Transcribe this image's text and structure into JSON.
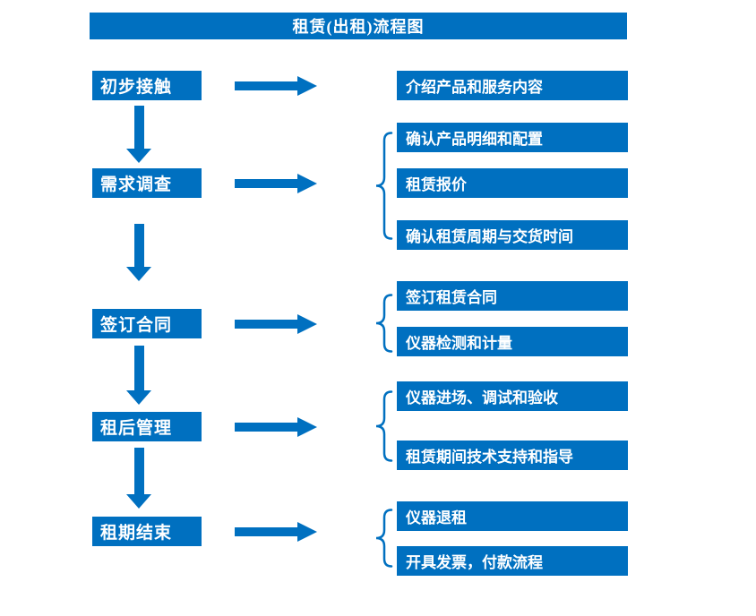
{
  "title": "租赁(出租)流程图",
  "colors": {
    "primary": "#0070C0",
    "on_primary": "#FFFFFF",
    "background": "#FFFFFF"
  },
  "steps": [
    {
      "label": "初步接触"
    },
    {
      "label": "需求调查"
    },
    {
      "label": "签订合同"
    },
    {
      "label": "租后管理"
    },
    {
      "label": "租期结束"
    }
  ],
  "details": [
    {
      "items": [
        "介绍产品和服务内容"
      ]
    },
    {
      "items": [
        "确认产品明细和配置",
        "租赁报价",
        "确认租赁周期与交货时间"
      ]
    },
    {
      "items": [
        "签订租赁合同",
        "仪器检测和计量"
      ]
    },
    {
      "items": [
        "仪器进场、调试和验收",
        "租赁期间技术支持和指导"
      ]
    },
    {
      "items": [
        "仪器退租",
        "开具发票，付款流程"
      ]
    }
  ]
}
